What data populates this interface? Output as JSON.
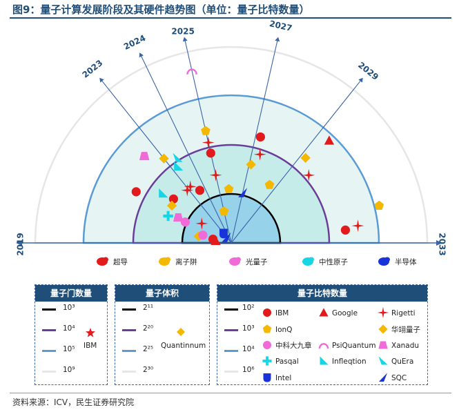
{
  "title": "图9：量子计算发展阶段及其硬件趋势图（单位：量子比特数量）",
  "source": "资料来源：ICV，民生证券研究院",
  "colors": {
    "accent": "#1f4e79",
    "axis": "#3a64a8",
    "ring_1e3": "#000000",
    "ring_1e4": "#6a3d9a",
    "ring_1e5": "#5b9bd5",
    "ring_1e9": "#e6e6e6",
    "superconducting": "#e31a1c",
    "ion_trap": "#f5b800",
    "photonic": "#f06ad8",
    "neutral_atom": "#16d6e6",
    "semiconductor": "#1833d8"
  },
  "chart_data": {
    "type": "scatter",
    "subtype": "radial-timeline",
    "time_axis": {
      "start": "2019",
      "end": "2033",
      "year_labels": [
        "2019",
        "2023",
        "2024",
        "2025",
        "2027",
        "2029",
        "2033"
      ]
    },
    "tech_legend": [
      {
        "name": "超导",
        "color": "#e31a1c"
      },
      {
        "name": "离子阱",
        "color": "#f5b800"
      },
      {
        "name": "光量子",
        "color": "#f06ad8"
      },
      {
        "name": "中性原子",
        "color": "#16d6e6"
      },
      {
        "name": "半导体",
        "color": "#1833d8"
      }
    ],
    "rings": [
      {
        "gate_count": "10³",
        "volume": "2¹¹",
        "qubits": "10²",
        "color": "#000000"
      },
      {
        "gate_count": "10⁴",
        "volume": "2²⁰",
        "qubits": "10³",
        "color": "#6a3d9a"
      },
      {
        "gate_count": "10⁵",
        "volume": "2²⁵",
        "qubits": "10⁴",
        "color": "#5b9bd5"
      },
      {
        "gate_count": "10⁹",
        "volume": "2³⁰",
        "qubits": "10⁶",
        "color": "#e6e6e6"
      }
    ],
    "points": [
      {
        "company": "IBM",
        "year": 2019.9,
        "level": 0.38
      },
      {
        "company": "Google",
        "year": 2019.6,
        "level": 0.32
      },
      {
        "company": "Rigetti",
        "year": 2021.6,
        "level": 0.72
      },
      {
        "company": "Rigetti",
        "year": 2022.9,
        "level": 1.4
      },
      {
        "company": "Rigetti",
        "year": 2023.2,
        "level": 1.42
      },
      {
        "company": "Rigetti",
        "year": 2025.0,
        "level": 1.42
      },
      {
        "company": "Rigetti",
        "year": 2025.0,
        "level": 2.1
      },
      {
        "company": "Rigetti",
        "year": 2027.4,
        "level": 1.9
      },
      {
        "company": "Rigetti",
        "year": 2029.8,
        "level": 2.1
      },
      {
        "company": "Rigetti",
        "year": 2032.4,
        "level": 2.6
      },
      {
        "company": "IBM",
        "year": 2023.6,
        "level": 1.25
      },
      {
        "company": "IBM",
        "year": 2021.9,
        "level": 1.48
      },
      {
        "company": "IBM",
        "year": 2021.2,
        "level": 2.2
      },
      {
        "company": "IBM",
        "year": 2025.0,
        "level": 1.88
      },
      {
        "company": "IBM",
        "year": 2027.2,
        "level": 2.24
      },
      {
        "company": "IBM",
        "year": 2032.5,
        "level": 2.34
      },
      {
        "company": "Google",
        "year": 2029.4,
        "level": 2.88
      },
      {
        "company": "IonQ",
        "year": 2025.0,
        "level": 0.66
      },
      {
        "company": "IonQ",
        "year": 2025.0,
        "level": 2.34
      },
      {
        "company": "IonQ",
        "year": 2025.8,
        "level": 1.1
      },
      {
        "company": "IonQ",
        "year": 2028.6,
        "level": 1.42
      },
      {
        "company": "IonQ",
        "year": 2031.9,
        "level": 3.1
      },
      {
        "company": "华翊量子",
        "year": 2019.9,
        "level": 0.68
      },
      {
        "company": "华翊量子",
        "year": 2021.5,
        "level": 1.43
      },
      {
        "company": "华翊量子",
        "year": 2023.0,
        "level": 2.2
      },
      {
        "company": "华翊量子",
        "year": 2027.1,
        "level": 1.65
      },
      {
        "company": "华翊量子",
        "year": 2029.2,
        "level": 2.3
      },
      {
        "company": "中科大九章",
        "year": 2020.2,
        "level": 0.6
      },
      {
        "company": "中科大九章",
        "year": 2020.9,
        "level": 1.03
      },
      {
        "company": "Xanadu",
        "year": 2021.0,
        "level": 1.2
      },
      {
        "company": "Xanadu",
        "year": 2022.5,
        "level": 2.5
      },
      {
        "company": "PsiQuantum",
        "year": 2025.0,
        "level": 3.6
      },
      {
        "company": "Pasqal",
        "year": 2020.8,
        "level": 1.4
      },
      {
        "company": "Infleqtion",
        "year": 2021.8,
        "level": 1.72
      },
      {
        "company": "Infleqtion",
        "year": 2023.3,
        "level": 1.9
      },
      {
        "company": "QuEra",
        "year": 2023.5,
        "level": 2.05
      },
      {
        "company": "Intel",
        "year": 2023.0,
        "level": 0.25
      },
      {
        "company": "SQC",
        "year": 2022.8,
        "level": 0.15
      },
      {
        "company": "SQC",
        "year": 2027.0,
        "level": 1.05
      }
    ]
  },
  "legend_gate": {
    "header": "量子门数量",
    "rows": [
      {
        "label": "10³"
      },
      {
        "label": "10⁴"
      },
      {
        "label": "10⁵"
      },
      {
        "label": "10⁹"
      }
    ],
    "company": "IBM"
  },
  "legend_volume": {
    "header": "量子体积",
    "rows": [
      {
        "label": "2¹¹"
      },
      {
        "label": "2²⁰"
      },
      {
        "label": "2²⁵"
      },
      {
        "label": "2³⁰"
      }
    ],
    "company": "Quantinnum"
  },
  "legend_qubits": {
    "header": "量子比特数量",
    "rows": [
      {
        "label": "10²"
      },
      {
        "label": "10³"
      },
      {
        "label": "10⁴"
      },
      {
        "label": "10⁶"
      }
    ],
    "companies": [
      {
        "name": "IBM",
        "symbol": "circle",
        "color": "#e31a1c"
      },
      {
        "name": "Google",
        "symbol": "triangle",
        "color": "#e31a1c"
      },
      {
        "name": "Rigetti",
        "symbol": "star4",
        "color": "#e31a1c"
      },
      {
        "name": "IonQ",
        "symbol": "pentagon",
        "color": "#f5b800"
      },
      {
        "name": "华翊量子",
        "symbol": "diamond",
        "color": "#f5b800"
      },
      {
        "name": "中科大九章",
        "symbol": "circle",
        "color": "#f06ad8"
      },
      {
        "name": "PsiQuantum",
        "symbol": "arc",
        "color": "#f06ad8"
      },
      {
        "name": "Xanadu",
        "symbol": "trapezoid",
        "color": "#f06ad8"
      },
      {
        "name": "Pasqal",
        "symbol": "plus",
        "color": "#16d6e6"
      },
      {
        "name": "Infleqtion",
        "symbol": "wedge",
        "color": "#16d6e6"
      },
      {
        "name": "QuEra",
        "symbol": "wedge2",
        "color": "#16d6e6"
      },
      {
        "name": "Intel",
        "symbol": "shield",
        "color": "#1833d8"
      },
      {
        "name": "SQC",
        "symbol": "slash",
        "color": "#1833d8"
      }
    ]
  }
}
